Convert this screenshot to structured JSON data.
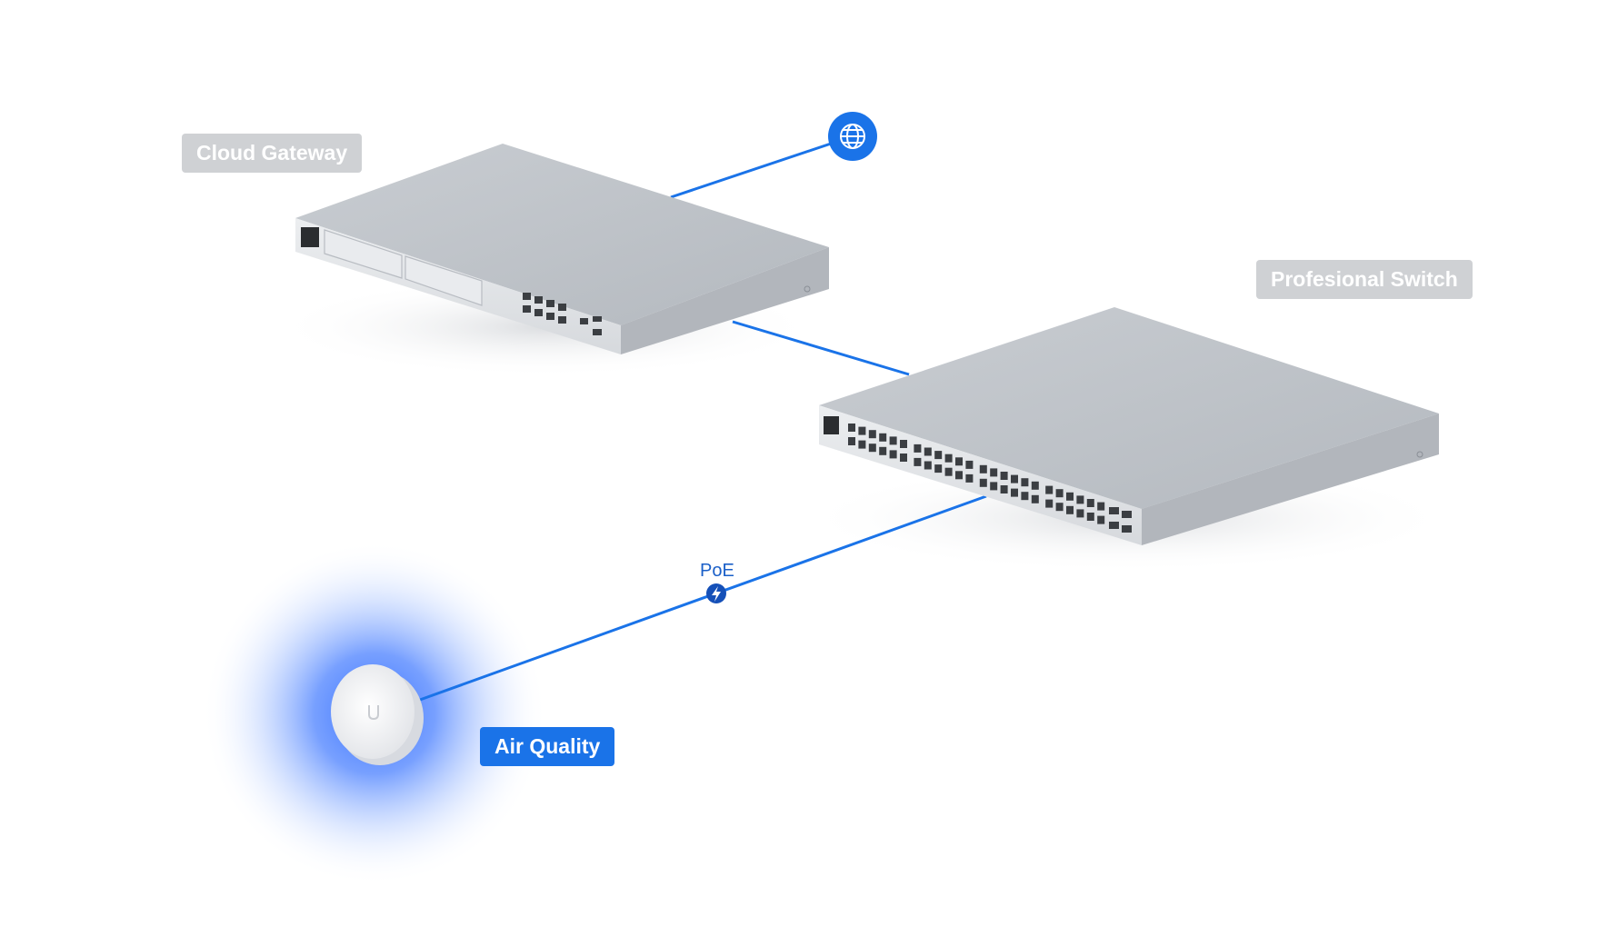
{
  "labels": {
    "cloud_gateway": "Cloud Gateway",
    "switch": "Profesional Switch",
    "air_quality": "Air Quality",
    "poe": "PoE"
  },
  "colors": {
    "link": "#1a73e8",
    "label_gray": "#cfd1d4",
    "label_blue": "#1a73e8",
    "device_top": "#c3c7cc",
    "device_front": "#e4e6e9",
    "device_side": "#b3b7bd",
    "glow": "#3d7bff"
  },
  "icons": {
    "internet": "globe-icon",
    "poe": "lightning-bolt-icon",
    "sensor_logo": "ubiquiti-logo-icon"
  }
}
